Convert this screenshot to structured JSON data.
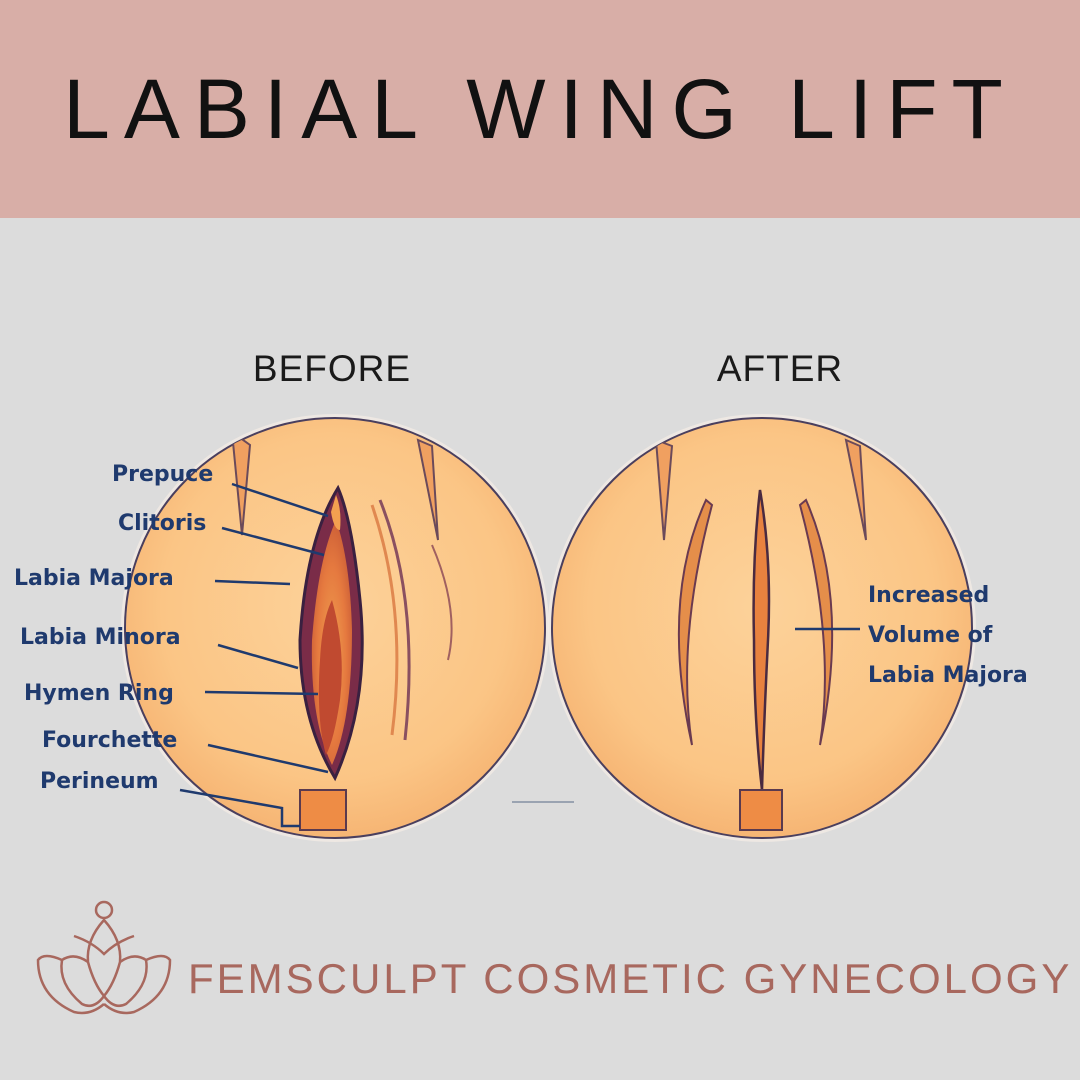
{
  "title": "LABIAL WING LIFT",
  "before": {
    "heading": "BEFORE",
    "labels": {
      "prepuce": "Prepuce",
      "clitoris": "Clitoris",
      "labia_majora": "Labia Majora",
      "labia_minora": "Labia Minora",
      "hymen_ring": "Hymen Ring",
      "fourchette": "Fourchette",
      "perineum": "Perineum"
    }
  },
  "after": {
    "heading": "AFTER",
    "annotation": [
      "Increased",
      "Volume of",
      "Labia Majora"
    ]
  },
  "brand": "FEMSCULPT COSMETIC GYNECOLOGY",
  "colors": {
    "header_bg": "#d8aea7",
    "page_bg": "#dcdcdc",
    "illustration_fill": "#fbc98a",
    "label_text": "#1f3a6e",
    "brand_text": "#a8685e"
  }
}
